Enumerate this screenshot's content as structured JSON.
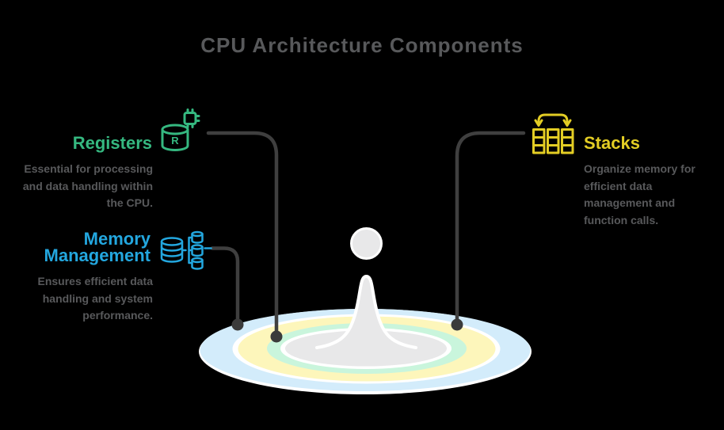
{
  "title": "CPU Architecture Components",
  "colors": {
    "background": "#000000",
    "title_text": "#58595b",
    "description_text": "#58595b",
    "registers_accent": "#35b880",
    "memory_accent": "#23a7df",
    "stacks_accent": "#e3cd24",
    "connector": "#3f3f3f",
    "connector_dot": "#3b3b3b",
    "ripple_blue": "#d3ecfb",
    "ripple_yellow": "#fdf6bb",
    "ripple_green": "#c9f5dc",
    "ripple_gray": "#e8e8e9",
    "figure_fill": "#e8e8e9"
  },
  "nodes": [
    {
      "id": "registers",
      "label": "Registers",
      "description": "Essential for processing and data handling within the CPU.",
      "icon": "database-r-with-chip-icon",
      "icon_letter": "R",
      "color": "#35b880"
    },
    {
      "id": "memory-management",
      "label": "Memory Management",
      "description": "Ensures efficient data handling and system performance.",
      "icon": "memory-hierarchy-icon",
      "color": "#23a7df"
    },
    {
      "id": "stacks",
      "label": "Stacks",
      "description": "Organize memory for efficient data management and function calls.",
      "icon": "stack-columns-arrow-icon",
      "color": "#e3cd24"
    }
  ],
  "center": {
    "illustration": "person-standing-in-ripple-rings"
  }
}
